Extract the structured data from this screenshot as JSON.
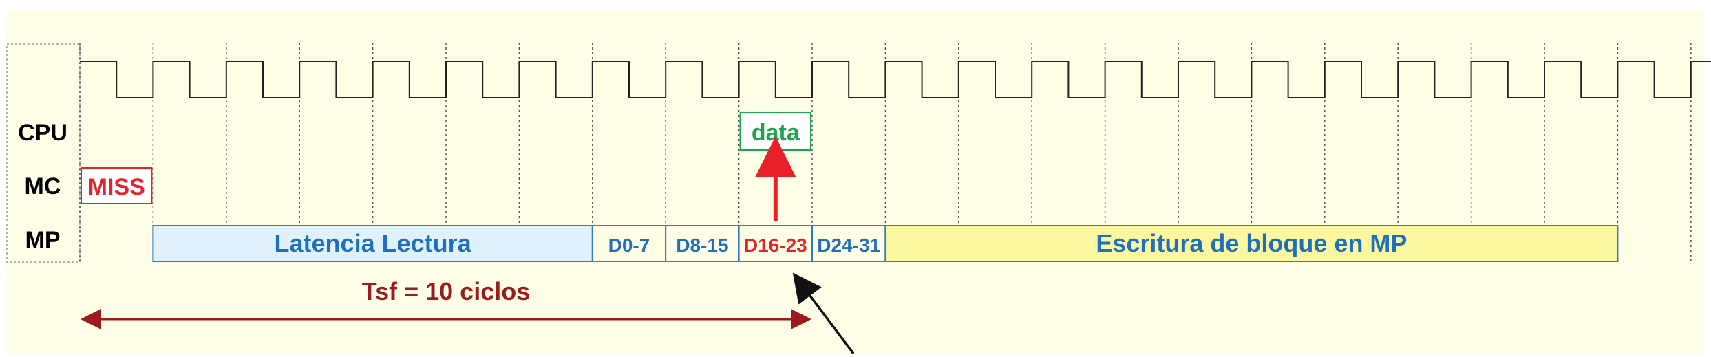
{
  "row_labels": {
    "cpu": "CPU",
    "mc": "MC",
    "mp": "MP"
  },
  "clock": {
    "cycles": 22
  },
  "events": {
    "miss": {
      "label": "MISS",
      "cycle": 0,
      "color": "#e8202a"
    },
    "data": {
      "label": "data",
      "cycle": 9,
      "color": "#1aa64a"
    }
  },
  "mp_segments": [
    {
      "label": "Latencia Lectura",
      "start": 1,
      "end": 7,
      "fill": "#dff1fb",
      "text_color": "#1f6fbf"
    },
    {
      "label": "D0-7",
      "start": 7,
      "end": 8,
      "fill": "none",
      "text_color": "#1f6fbf"
    },
    {
      "label": "D8-15",
      "start": 8,
      "end": 9,
      "fill": "none",
      "text_color": "#1f6fbf"
    },
    {
      "label": "D16-23",
      "start": 9,
      "end": 10,
      "fill": "none",
      "text_color": "#e8202a"
    },
    {
      "label": "D24-31",
      "start": 10,
      "end": 11,
      "fill": "none",
      "text_color": "#1f6fbf"
    },
    {
      "label": "Escritura de bloque en MP",
      "start": 11,
      "end": 21,
      "fill": "#fbf7a0",
      "text_color": "#1f6fbf"
    }
  ],
  "tsf": {
    "label": "Tsf = 10 ciclos",
    "start": 0,
    "end": 10,
    "color": "#9b1b1f"
  },
  "colors": {
    "background": "#fefde6",
    "border": "#2f7cc4",
    "clock": "#222222"
  }
}
